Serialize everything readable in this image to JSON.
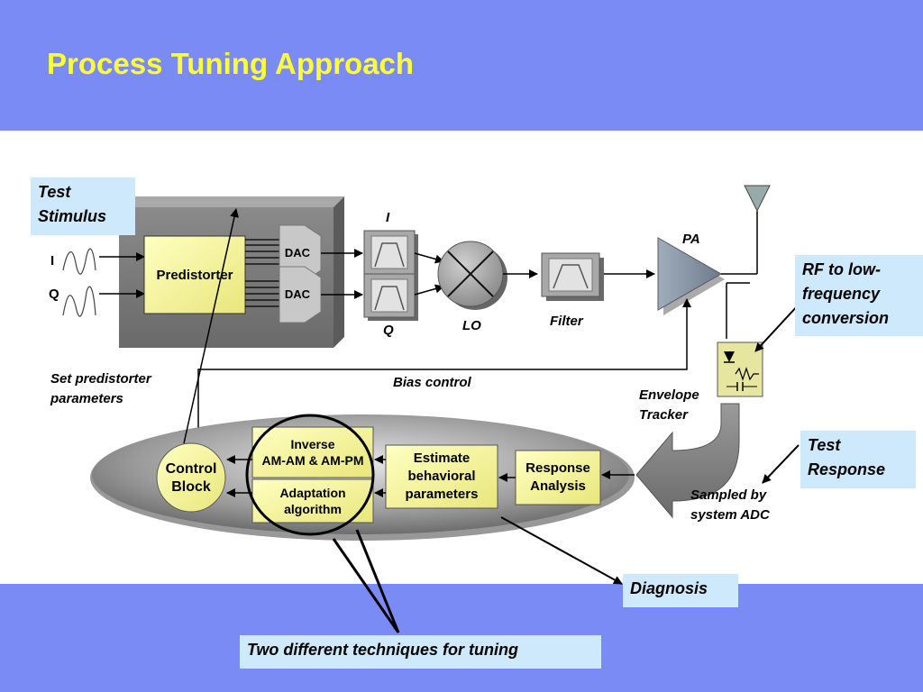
{
  "slide": {
    "title": "Process Tuning Approach"
  },
  "callouts": {
    "test_stimulus": [
      "Test",
      "Stimulus"
    ],
    "rf_conversion": [
      "RF to low-",
      "frequency",
      "conversion"
    ],
    "test_response": [
      "Test",
      "Response"
    ],
    "diagnosis": "Diagnosis",
    "two_techniques": "Two different techniques for tuning"
  },
  "blocks": {
    "predistorter": "Predistorter",
    "dac_top": "DAC",
    "dac_bottom": "DAC",
    "control_block": [
      "Control",
      "Block"
    ],
    "inverse": [
      "Inverse",
      "AM-AM & AM-PM"
    ],
    "adaptation": [
      "Adaptation",
      "algorithm"
    ],
    "estimate": [
      "Estimate",
      "behavioral",
      "parameters"
    ],
    "response_analysis": [
      "Response",
      "Analysis"
    ]
  },
  "labels": {
    "input_i": "I",
    "input_q": "Q",
    "mixer_i": "I",
    "mixer_q": "Q",
    "lo": "LO",
    "filter": "Filter",
    "pa": "PA",
    "bias_control": "Bias control",
    "set_predistorter": [
      "Set predistorter",
      "parameters"
    ],
    "envelope_tracker": [
      "Envelope",
      "Tracker"
    ],
    "sampled_by": [
      "Sampled by",
      "system ADC"
    ]
  },
  "colors": {
    "band": "#7b8bf6",
    "title": "#ffff33",
    "callout_bg": "#cde9fb",
    "block_fill": "#ffff99"
  }
}
